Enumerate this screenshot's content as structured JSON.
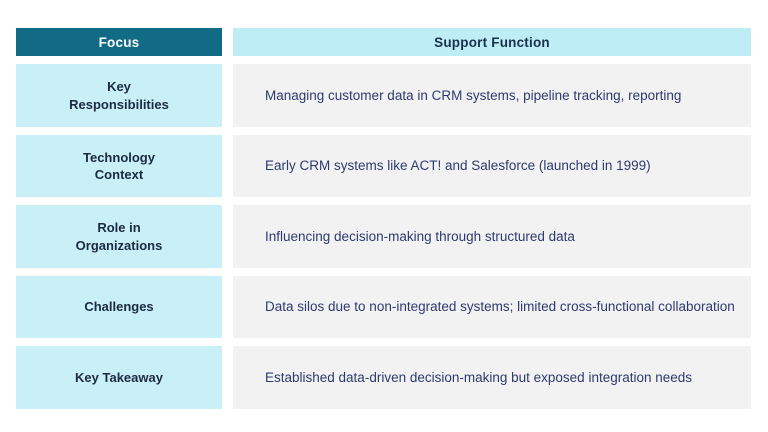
{
  "table": {
    "headers": {
      "focus": "Focus",
      "support": "Support Function"
    },
    "rows": [
      {
        "focus": "Key\nResponsibilities",
        "support": "Managing customer data in CRM systems, pipeline tracking, reporting"
      },
      {
        "focus": "Technology\nContext",
        "support": "Early CRM systems like ACT! and Salesforce (launched in 1999)"
      },
      {
        "focus": "Role in\nOrganizations",
        "support": "Influencing decision-making through structured data"
      },
      {
        "focus": "Challenges",
        "support": "Data silos due to non-integrated systems; limited cross-functional collaboration"
      },
      {
        "focus": "Key Takeaway",
        "support": "Established data-driven decision-making but exposed integration needs"
      }
    ]
  },
  "colors": {
    "header_focus_bg": "#116B84",
    "header_focus_text": "#FFFFFF",
    "header_support_bg": "#BEEDF5",
    "header_support_text": "#17314D",
    "body_focus_bg": "#C9EFF7",
    "body_focus_text": "#1B2A41",
    "body_support_bg": "#F2F2F2",
    "body_support_text": "#2E3A6E",
    "page_bg": "#FFFFFF"
  }
}
